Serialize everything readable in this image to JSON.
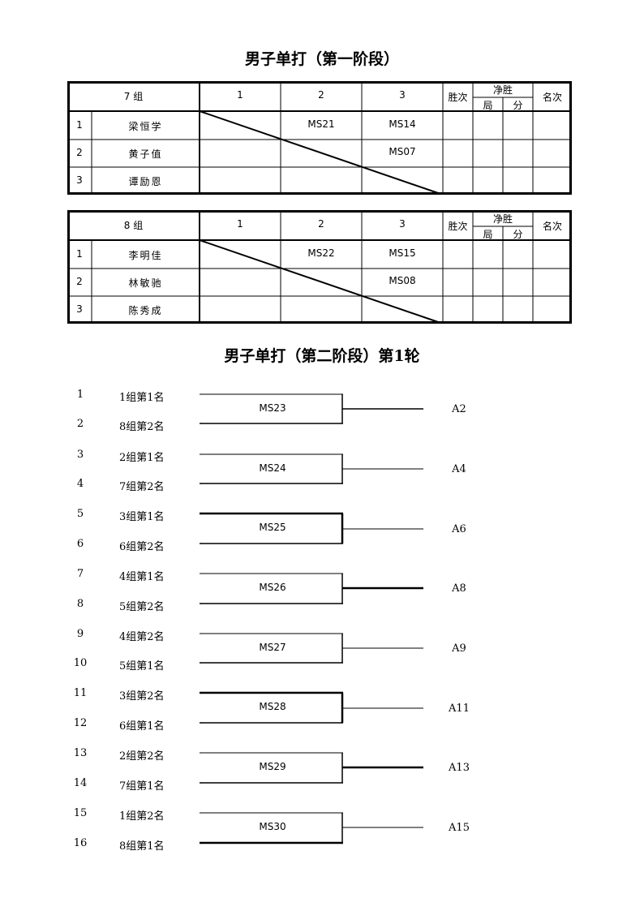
{
  "title_stage1": "男子单打（第一阶段）",
  "title_stage2": "男子单打（第二阶段）第1轮",
  "headers": {
    "col1": "1",
    "col2": "2",
    "col3": "3",
    "wins": "胜次",
    "net": "净胜",
    "games": "局",
    "points": "分",
    "rank": "名次"
  },
  "groups": [
    {
      "name": "7 组",
      "players": [
        {
          "no": "1",
          "name": "梁恒学"
        },
        {
          "no": "2",
          "name": "黄子值"
        },
        {
          "no": "3",
          "name": "谭励恩"
        }
      ],
      "matches": {
        "r1c2": "MS21",
        "r1c3": "MS14",
        "r2c3": "MS07"
      }
    },
    {
      "name": "8 组",
      "players": [
        {
          "no": "1",
          "name": "李明佳"
        },
        {
          "no": "2",
          "name": "林敏驰"
        },
        {
          "no": "3",
          "name": "陈秀成"
        }
      ],
      "matches": {
        "r1c2": "MS22",
        "r1c3": "MS15",
        "r2c3": "MS08"
      }
    }
  ],
  "bracket": [
    {
      "seed_top": "1",
      "seed_top_label": "1组第1名",
      "seed_bottom": "2",
      "seed_bottom_label": "8组第2名",
      "match": "MS23",
      "winner_to": "A2"
    },
    {
      "seed_top": "3",
      "seed_top_label": "2组第1名",
      "seed_bottom": "4",
      "seed_bottom_label": "7组第2名",
      "match": "MS24",
      "winner_to": "A4"
    },
    {
      "seed_top": "5",
      "seed_top_label": "3组第1名",
      "seed_bottom": "6",
      "seed_bottom_label": "6组第2名",
      "match": "MS25",
      "winner_to": "A6"
    },
    {
      "seed_top": "7",
      "seed_top_label": "4组第1名",
      "seed_bottom": "8",
      "seed_bottom_label": "5组第2名",
      "match": "MS26",
      "winner_to": "A8"
    },
    {
      "seed_top": "9",
      "seed_top_label": "4组第2名",
      "seed_bottom": "10",
      "seed_bottom_label": "5组第1名",
      "match": "MS27",
      "winner_to": "A9"
    },
    {
      "seed_top": "11",
      "seed_top_label": "3组第2名",
      "seed_bottom": "12",
      "seed_bottom_label": "6组第1名",
      "match": "MS28",
      "winner_to": "A11"
    },
    {
      "seed_top": "13",
      "seed_top_label": "2组第2名",
      "seed_bottom": "14",
      "seed_bottom_label": "7组第1名",
      "match": "MS29",
      "winner_to": "A13"
    },
    {
      "seed_top": "15",
      "seed_top_label": "1组第2名",
      "seed_bottom": "16",
      "seed_bottom_label": "8组第1名",
      "match": "MS30",
      "winner_to": "A15"
    }
  ]
}
